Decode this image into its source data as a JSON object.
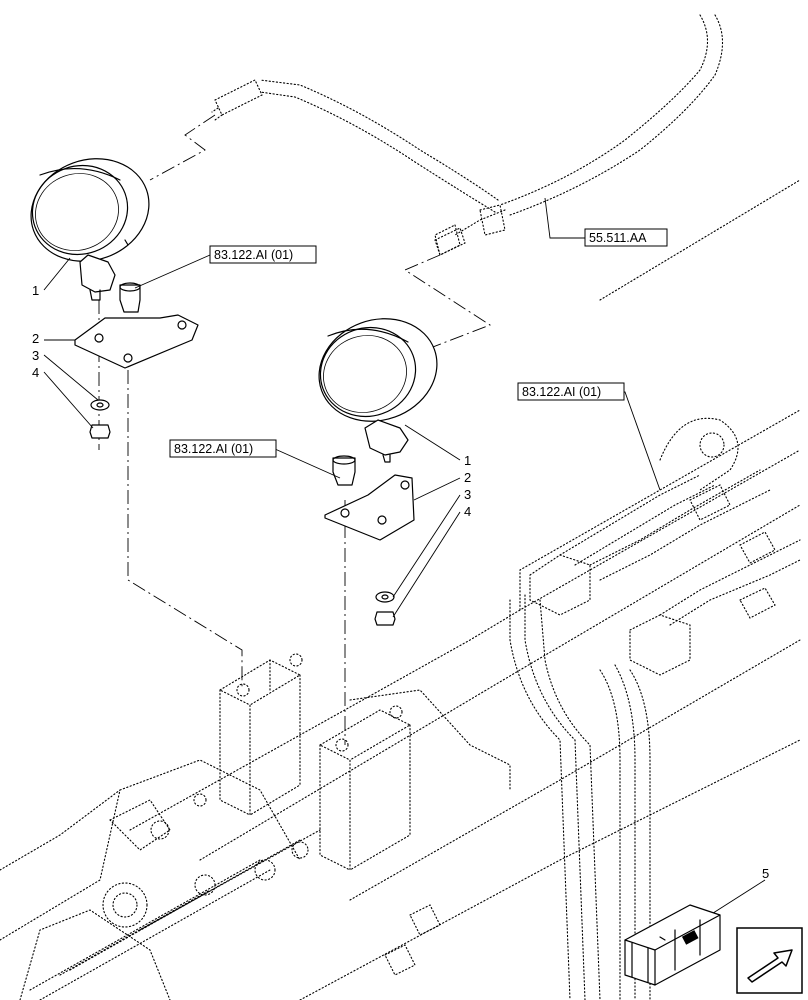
{
  "callouts": {
    "lamp_left": {
      "lamp": "1",
      "bracket": "2",
      "washer": "3",
      "nut": "4"
    },
    "lamp_right": {
      "lamp": "1",
      "bracket": "2",
      "washer": "3",
      "nut": "4"
    },
    "kit": "5"
  },
  "references": {
    "harness": "55.511.AA",
    "bolt_left": "83.122.AI (01)",
    "bolt_right": "83.122.AI (01)",
    "hydraulics": "83.122.AI (01)"
  },
  "icons": {
    "kit_box": "wooden-crate-icon",
    "nav": "next-page-arrow-icon"
  }
}
